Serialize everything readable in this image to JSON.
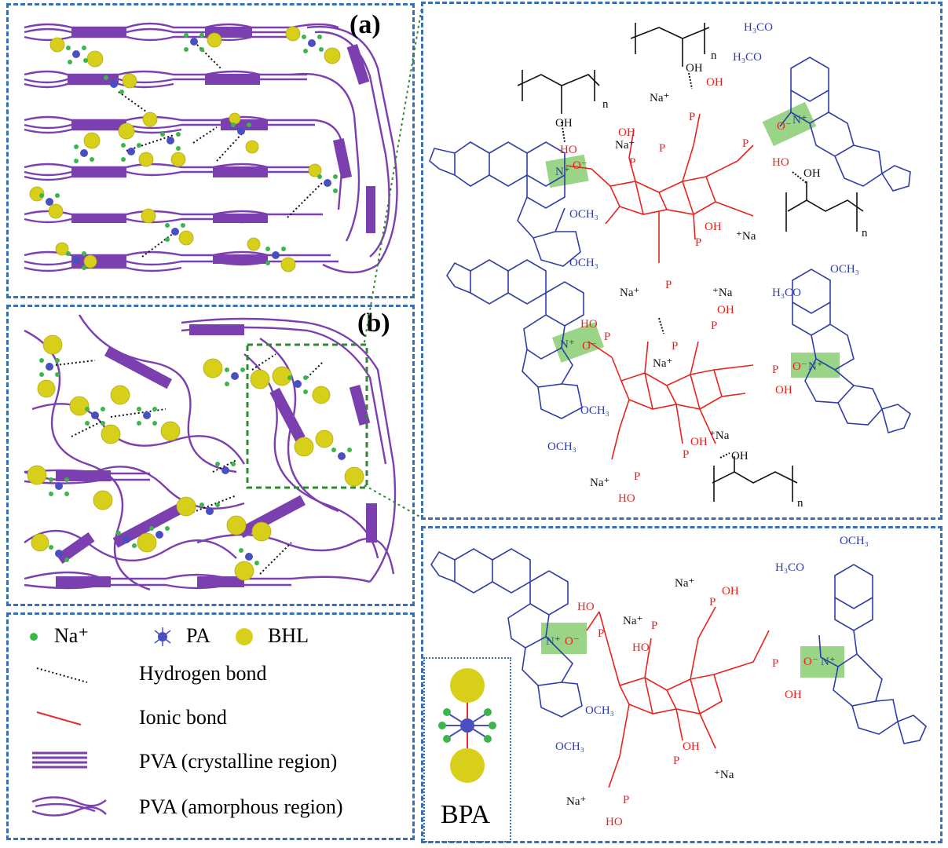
{
  "panel_labels": {
    "a": "(a)",
    "b": "(b)"
  },
  "legend": {
    "na": "Na⁺",
    "pa": "PA",
    "bhl": "BHL",
    "hbond": "Hydrogen bond",
    "ionic": "Ionic bond",
    "crystalline": "PVA (crystalline region)",
    "amorphous": "PVA (amorphous region)"
  },
  "bpa_label": "BPA",
  "chem": {
    "och3": "OCH₃",
    "h3co": "H₃CO",
    "oh": "OH",
    "ho": "HO",
    "na_plus": "Na⁺",
    "plus_na": "⁺Na",
    "n_plus": "N⁺",
    "o_minus": "O⁻",
    "o": "O",
    "p": "P",
    "n_sub": "n"
  },
  "colors": {
    "pva": "#7b3fb0",
    "bhl": "#d8cf1a",
    "na": "#3cb54a",
    "pa": "#4a4fc0",
    "hbond": "#111111",
    "ionic": "#e03030",
    "frame": "#3a6fb6",
    "connector": "#2f8a2f",
    "berberine": "#2f3ca8",
    "phytate": "#e8231e",
    "highlight": "#8fd07a"
  }
}
